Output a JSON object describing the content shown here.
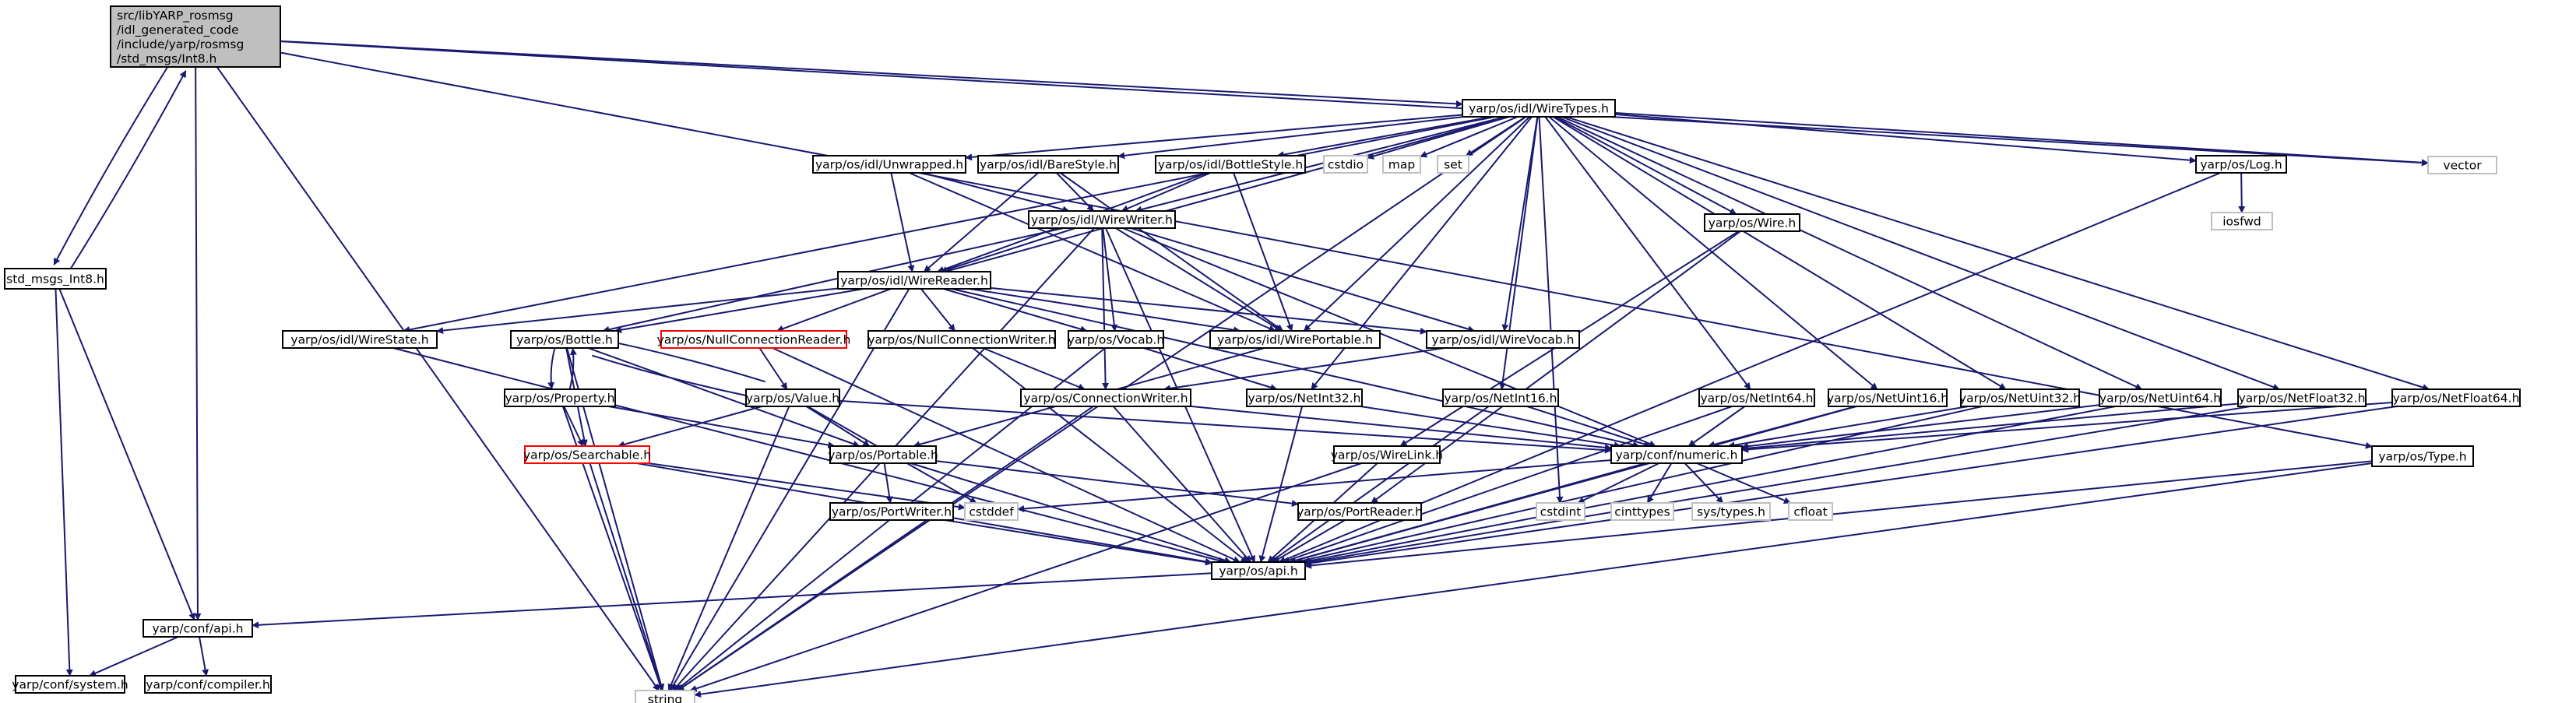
{
  "nodes": [
    {
      "id": "root",
      "label": [
        "src/libYARP_rosmsg",
        "/idl_generated_code",
        "/include/yarp/rosmsg",
        "/std_msgs/Int8.h"
      ],
      "kind": "root"
    },
    {
      "id": "wiretypes",
      "label": [
        "yarp/os/idl/WireTypes.h"
      ],
      "kind": "normal"
    },
    {
      "id": "vector",
      "label": [
        "vector"
      ],
      "kind": "ext"
    },
    {
      "id": "std_msgs_int8",
      "label": [
        "std_msgs_Int8.h"
      ],
      "kind": "normal"
    },
    {
      "id": "string",
      "label": [
        "string"
      ],
      "kind": "ext"
    },
    {
      "id": "conf_api",
      "label": [
        "yarp/conf/api.h"
      ],
      "kind": "normal"
    },
    {
      "id": "conf_system",
      "label": [
        "yarp/conf/system.h"
      ],
      "kind": "normal"
    },
    {
      "id": "conf_compiler",
      "label": [
        "yarp/conf/compiler.h"
      ],
      "kind": "normal"
    },
    {
      "id": "os_api",
      "label": [
        "yarp/os/api.h"
      ],
      "kind": "normal"
    },
    {
      "id": "os_type",
      "label": [
        "yarp/os/Type.h"
      ],
      "kind": "normal"
    },
    {
      "id": "unwrapped",
      "label": [
        "yarp/os/idl/Unwrapped.h"
      ],
      "kind": "normal"
    },
    {
      "id": "barestyle",
      "label": [
        "yarp/os/idl/BareStyle.h"
      ],
      "kind": "normal"
    },
    {
      "id": "bottlestyle",
      "label": [
        "yarp/os/idl/BottleStyle.h"
      ],
      "kind": "normal"
    },
    {
      "id": "cstdio",
      "label": [
        "cstdio"
      ],
      "kind": "ext"
    },
    {
      "id": "map",
      "label": [
        "map"
      ],
      "kind": "ext"
    },
    {
      "id": "set",
      "label": [
        "set"
      ],
      "kind": "ext"
    },
    {
      "id": "log",
      "label": [
        "yarp/os/Log.h"
      ],
      "kind": "normal"
    },
    {
      "id": "iosfwd",
      "label": [
        "iosfwd"
      ],
      "kind": "ext"
    },
    {
      "id": "wire",
      "label": [
        "yarp/os/Wire.h"
      ],
      "kind": "normal"
    },
    {
      "id": "wirewriter",
      "label": [
        "yarp/os/idl/WireWriter.h"
      ],
      "kind": "normal"
    },
    {
      "id": "wirereader",
      "label": [
        "yarp/os/idl/WireReader.h"
      ],
      "kind": "normal"
    },
    {
      "id": "wirestate",
      "label": [
        "yarp/os/idl/WireState.h"
      ],
      "kind": "normal"
    },
    {
      "id": "bottle",
      "label": [
        "yarp/os/Bottle.h"
      ],
      "kind": "normal"
    },
    {
      "id": "nullconnreader",
      "label": [
        "yarp/os/NullConnectionReader.h"
      ],
      "kind": "red"
    },
    {
      "id": "nullconnwriter",
      "label": [
        "yarp/os/NullConnectionWriter.h"
      ],
      "kind": "normal"
    },
    {
      "id": "vocab",
      "label": [
        "yarp/os/Vocab.h"
      ],
      "kind": "normal"
    },
    {
      "id": "wireportable",
      "label": [
        "yarp/os/idl/WirePortable.h"
      ],
      "kind": "normal"
    },
    {
      "id": "wirevocab",
      "label": [
        "yarp/os/idl/WireVocab.h"
      ],
      "kind": "normal"
    },
    {
      "id": "property",
      "label": [
        "yarp/os/Property.h"
      ],
      "kind": "normal"
    },
    {
      "id": "value",
      "label": [
        "yarp/os/Value.h"
      ],
      "kind": "normal"
    },
    {
      "id": "connwriter",
      "label": [
        "yarp/os/ConnectionWriter.h"
      ],
      "kind": "normal"
    },
    {
      "id": "netint32",
      "label": [
        "yarp/os/NetInt32.h"
      ],
      "kind": "normal"
    },
    {
      "id": "netint16",
      "label": [
        "yarp/os/NetInt16.h"
      ],
      "kind": "normal"
    },
    {
      "id": "netint64",
      "label": [
        "yarp/os/NetInt64.h"
      ],
      "kind": "normal"
    },
    {
      "id": "netuint16",
      "label": [
        "yarp/os/NetUint16.h"
      ],
      "kind": "normal"
    },
    {
      "id": "netuint32",
      "label": [
        "yarp/os/NetUint32.h"
      ],
      "kind": "normal"
    },
    {
      "id": "netuint64",
      "label": [
        "yarp/os/NetUint64.h"
      ],
      "kind": "normal"
    },
    {
      "id": "netfloat32",
      "label": [
        "yarp/os/NetFloat32.h"
      ],
      "kind": "normal"
    },
    {
      "id": "netfloat64",
      "label": [
        "yarp/os/NetFloat64.h"
      ],
      "kind": "normal"
    },
    {
      "id": "searchable",
      "label": [
        "yarp/os/Searchable.h"
      ],
      "kind": "red"
    },
    {
      "id": "portable",
      "label": [
        "yarp/os/Portable.h"
      ],
      "kind": "normal"
    },
    {
      "id": "wirelink",
      "label": [
        "yarp/os/WireLink.h"
      ],
      "kind": "normal"
    },
    {
      "id": "numeric",
      "label": [
        "yarp/conf/numeric.h"
      ],
      "kind": "normal"
    },
    {
      "id": "cstddef",
      "label": [
        "cstddef"
      ],
      "kind": "ext"
    },
    {
      "id": "cstdint",
      "label": [
        "cstdint"
      ],
      "kind": "ext"
    },
    {
      "id": "cinttypes",
      "label": [
        "cinttypes"
      ],
      "kind": "ext"
    },
    {
      "id": "systypes",
      "label": [
        "sys/types.h"
      ],
      "kind": "ext"
    },
    {
      "id": "cfloat",
      "label": [
        "cfloat"
      ],
      "kind": "ext"
    },
    {
      "id": "portwriter",
      "label": [
        "yarp/os/PortWriter.h"
      ],
      "kind": "normal"
    },
    {
      "id": "portreader",
      "label": [
        "yarp/os/PortReader.h"
      ],
      "kind": "normal"
    }
  ],
  "edges": [
    [
      "root",
      "wiretypes"
    ],
    [
      "root",
      "vector"
    ],
    [
      "root",
      "std_msgs_int8"
    ],
    [
      "root",
      "string"
    ],
    [
      "root",
      "conf_api"
    ],
    [
      "root",
      "os_type"
    ],
    [
      "std_msgs_int8",
      "root"
    ],
    [
      "std_msgs_int8",
      "conf_api"
    ],
    [
      "std_msgs_int8",
      "conf_system"
    ],
    [
      "conf_api",
      "conf_system"
    ],
    [
      "conf_api",
      "conf_compiler"
    ],
    [
      "os_api",
      "conf_api"
    ],
    [
      "os_type",
      "os_api"
    ],
    [
      "os_type",
      "string"
    ],
    [
      "wiretypes",
      "vector"
    ],
    [
      "wiretypes",
      "unwrapped"
    ],
    [
      "wiretypes",
      "barestyle"
    ],
    [
      "wiretypes",
      "bottlestyle"
    ],
    [
      "wiretypes",
      "cstdio"
    ],
    [
      "wiretypes",
      "map"
    ],
    [
      "wiretypes",
      "set"
    ],
    [
      "wiretypes",
      "log"
    ],
    [
      "wiretypes",
      "wire"
    ],
    [
      "wiretypes",
      "wirewriter"
    ],
    [
      "wiretypes",
      "wirereader"
    ],
    [
      "wiretypes",
      "wirestate"
    ],
    [
      "wiretypes",
      "string"
    ],
    [
      "wiretypes",
      "wireportable"
    ],
    [
      "wiretypes",
      "wirevocab"
    ],
    [
      "wiretypes",
      "netint16"
    ],
    [
      "wiretypes",
      "netint32"
    ],
    [
      "wiretypes",
      "netint64"
    ],
    [
      "wiretypes",
      "netuint16"
    ],
    [
      "wiretypes",
      "netuint32"
    ],
    [
      "wiretypes",
      "netuint64"
    ],
    [
      "wiretypes",
      "netfloat32"
    ],
    [
      "wiretypes",
      "netfloat64"
    ],
    [
      "wiretypes",
      "cstdint"
    ],
    [
      "log",
      "iosfwd"
    ],
    [
      "log",
      "os_api"
    ],
    [
      "wire",
      "wirelink"
    ],
    [
      "wire",
      "portreader"
    ],
    [
      "unwrapped",
      "wirewriter"
    ],
    [
      "unwrapped",
      "wirereader"
    ],
    [
      "unwrapped",
      "wireportable"
    ],
    [
      "barestyle",
      "wirewriter"
    ],
    [
      "barestyle",
      "wirereader"
    ],
    [
      "barestyle",
      "wireportable"
    ],
    [
      "bottlestyle",
      "wirewriter"
    ],
    [
      "bottlestyle",
      "wirereader"
    ],
    [
      "bottlestyle",
      "wireportable"
    ],
    [
      "wirewriter",
      "wirereader"
    ],
    [
      "wirewriter",
      "bottle"
    ],
    [
      "wirewriter",
      "vocab"
    ],
    [
      "wirewriter",
      "wireportable"
    ],
    [
      "wirewriter",
      "wirevocab"
    ],
    [
      "wirewriter",
      "string"
    ],
    [
      "wirewriter",
      "numeric"
    ],
    [
      "wirewriter",
      "os_api"
    ],
    [
      "wirewriter",
      "connwriter"
    ],
    [
      "wirereader",
      "wirestate"
    ],
    [
      "wirereader",
      "bottle"
    ],
    [
      "wirereader",
      "nullconnreader"
    ],
    [
      "wirereader",
      "nullconnwriter"
    ],
    [
      "wirereader",
      "vocab"
    ],
    [
      "wirereader",
      "wireportable"
    ],
    [
      "wirereader",
      "wirevocab"
    ],
    [
      "wirereader",
      "string"
    ],
    [
      "wirereader",
      "numeric"
    ],
    [
      "wirestate",
      "os_api"
    ],
    [
      "bottle",
      "property"
    ],
    [
      "bottle",
      "value"
    ],
    [
      "bottle",
      "portable"
    ],
    [
      "bottle",
      "searchable"
    ],
    [
      "bottle",
      "string"
    ],
    [
      "property",
      "bottle"
    ],
    [
      "property",
      "searchable"
    ],
    [
      "property",
      "portable"
    ],
    [
      "property",
      "string"
    ],
    [
      "value",
      "bottle"
    ],
    [
      "value",
      "searchable"
    ],
    [
      "value",
      "portable"
    ],
    [
      "value",
      "string"
    ],
    [
      "value",
      "numeric"
    ],
    [
      "value",
      "cstddef"
    ],
    [
      "nullconnreader",
      "value"
    ],
    [
      "nullconnreader",
      "os_api"
    ],
    [
      "nullconnwriter",
      "connwriter"
    ],
    [
      "nullconnwriter",
      "os_api"
    ],
    [
      "vocab",
      "netint32"
    ],
    [
      "vocab",
      "string"
    ],
    [
      "wireportable",
      "portable"
    ],
    [
      "wirevocab",
      "connwriter"
    ],
    [
      "connwriter",
      "os_api"
    ],
    [
      "connwriter",
      "numeric"
    ],
    [
      "connwriter",
      "string"
    ],
    [
      "netint32",
      "os_api"
    ],
    [
      "netint32",
      "numeric"
    ],
    [
      "netint16",
      "os_api"
    ],
    [
      "netint16",
      "numeric"
    ],
    [
      "netint64",
      "os_api"
    ],
    [
      "netint64",
      "numeric"
    ],
    [
      "netuint16",
      "os_api"
    ],
    [
      "netuint16",
      "numeric"
    ],
    [
      "netuint32",
      "os_api"
    ],
    [
      "netuint32",
      "numeric"
    ],
    [
      "netuint64",
      "os_api"
    ],
    [
      "netuint64",
      "numeric"
    ],
    [
      "netfloat32",
      "os_api"
    ],
    [
      "netfloat32",
      "numeric"
    ],
    [
      "netfloat64",
      "os_api"
    ],
    [
      "netfloat64",
      "numeric"
    ],
    [
      "searchable",
      "string"
    ],
    [
      "searchable",
      "os_api"
    ],
    [
      "searchable",
      "cstddef"
    ],
    [
      "portable",
      "portwriter"
    ],
    [
      "portable",
      "portreader"
    ],
    [
      "portable",
      "os_api"
    ],
    [
      "wirelink",
      "os_api"
    ],
    [
      "wirelink",
      "string"
    ],
    [
      "numeric",
      "cstddef"
    ],
    [
      "numeric",
      "cstdint"
    ],
    [
      "numeric",
      "cinttypes"
    ],
    [
      "numeric",
      "systypes"
    ],
    [
      "numeric",
      "cfloat"
    ],
    [
      "numeric",
      "os_api"
    ],
    [
      "portwriter",
      "os_api"
    ],
    [
      "portreader",
      "os_api"
    ]
  ]
}
